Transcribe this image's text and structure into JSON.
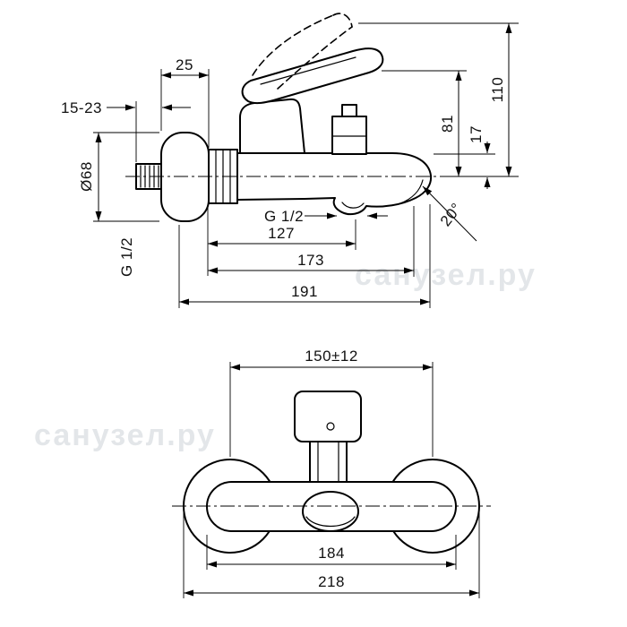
{
  "side_view": {
    "dim_25": "25",
    "dim_15_23": "15-23",
    "dim_dia68": "Ø68",
    "thread_wall": "G 1/2",
    "thread_outlet": "G 1/2",
    "dim_127": "127",
    "dim_173": "173",
    "dim_191": "191",
    "dim_81": "81",
    "dim_17": "17",
    "dim_110": "110",
    "angle_spout": "20°"
  },
  "front_view": {
    "dim_center_distance": "150±12",
    "dim_body_width": "184",
    "dim_overall_width": "218"
  },
  "watermark": {
    "text": "санузел.ру"
  }
}
